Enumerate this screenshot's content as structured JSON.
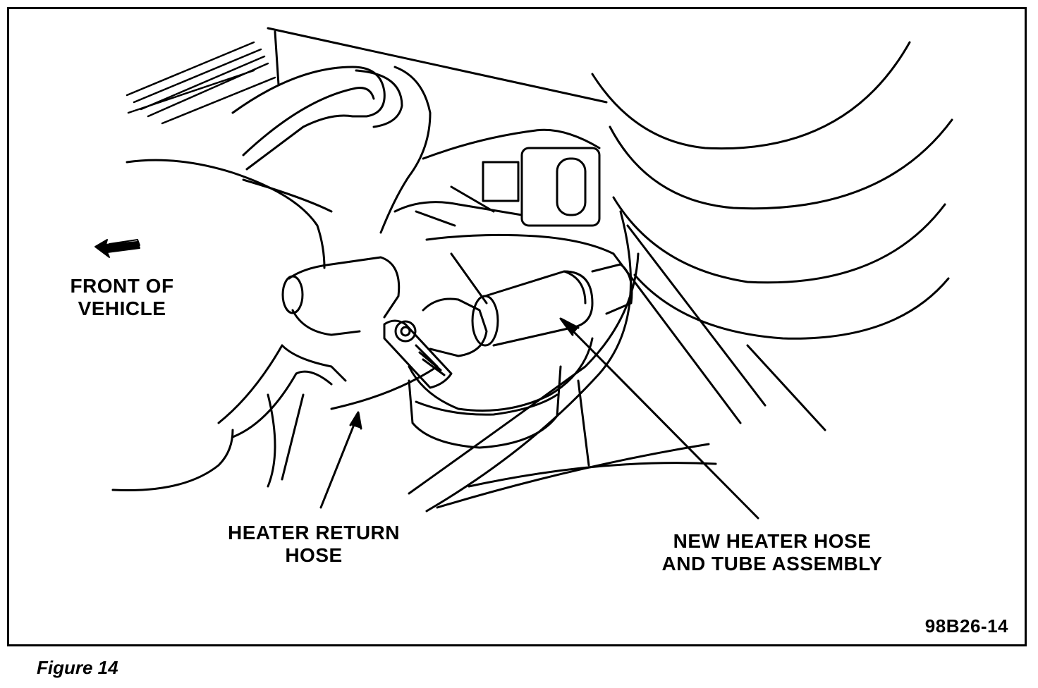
{
  "figure": {
    "caption": "Figure 14",
    "code": "98B26-14"
  },
  "labels": {
    "front_line1": "FRONT OF",
    "front_line2": "VEHICLE",
    "return_line1": "HEATER RETURN",
    "return_line2": "HOSE",
    "new_line1": "NEW HEATER HOSE",
    "new_line2": "AND TUBE ASSEMBLY"
  },
  "icons": {
    "direction": "arrow-pointing-forward-icon"
  },
  "colors": {
    "ink": "#000000",
    "paper": "#ffffff"
  }
}
